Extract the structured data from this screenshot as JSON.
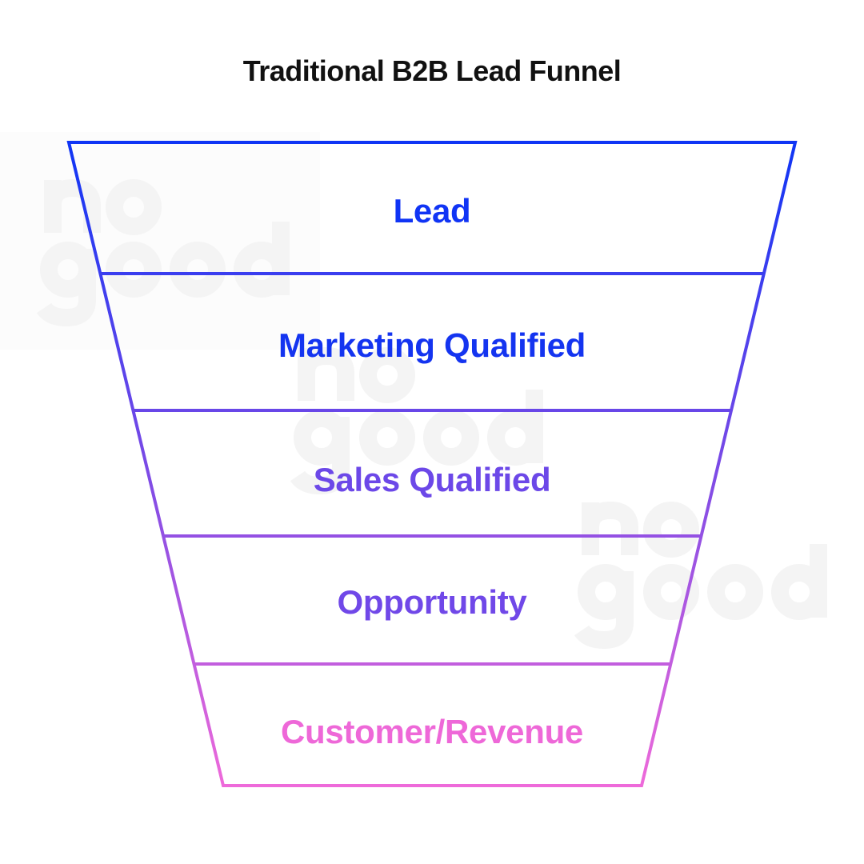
{
  "title": "Traditional B2B Lead Funnel",
  "watermark": "no good",
  "stages": [
    {
      "label": "Lead",
      "color": "#1034f5"
    },
    {
      "label": "Marketing Qualified",
      "color": "#1434f0"
    },
    {
      "label": "Sales Qualified",
      "color": "#6c48e8"
    },
    {
      "label": "Opportunity",
      "color": "#7048e8"
    },
    {
      "label": "Customer/Revenue",
      "color": "#ee68d8"
    }
  ],
  "gradient": {
    "top": "#0f35f5",
    "middle": "#7a4ae6",
    "bottom": "#ee6ada"
  }
}
